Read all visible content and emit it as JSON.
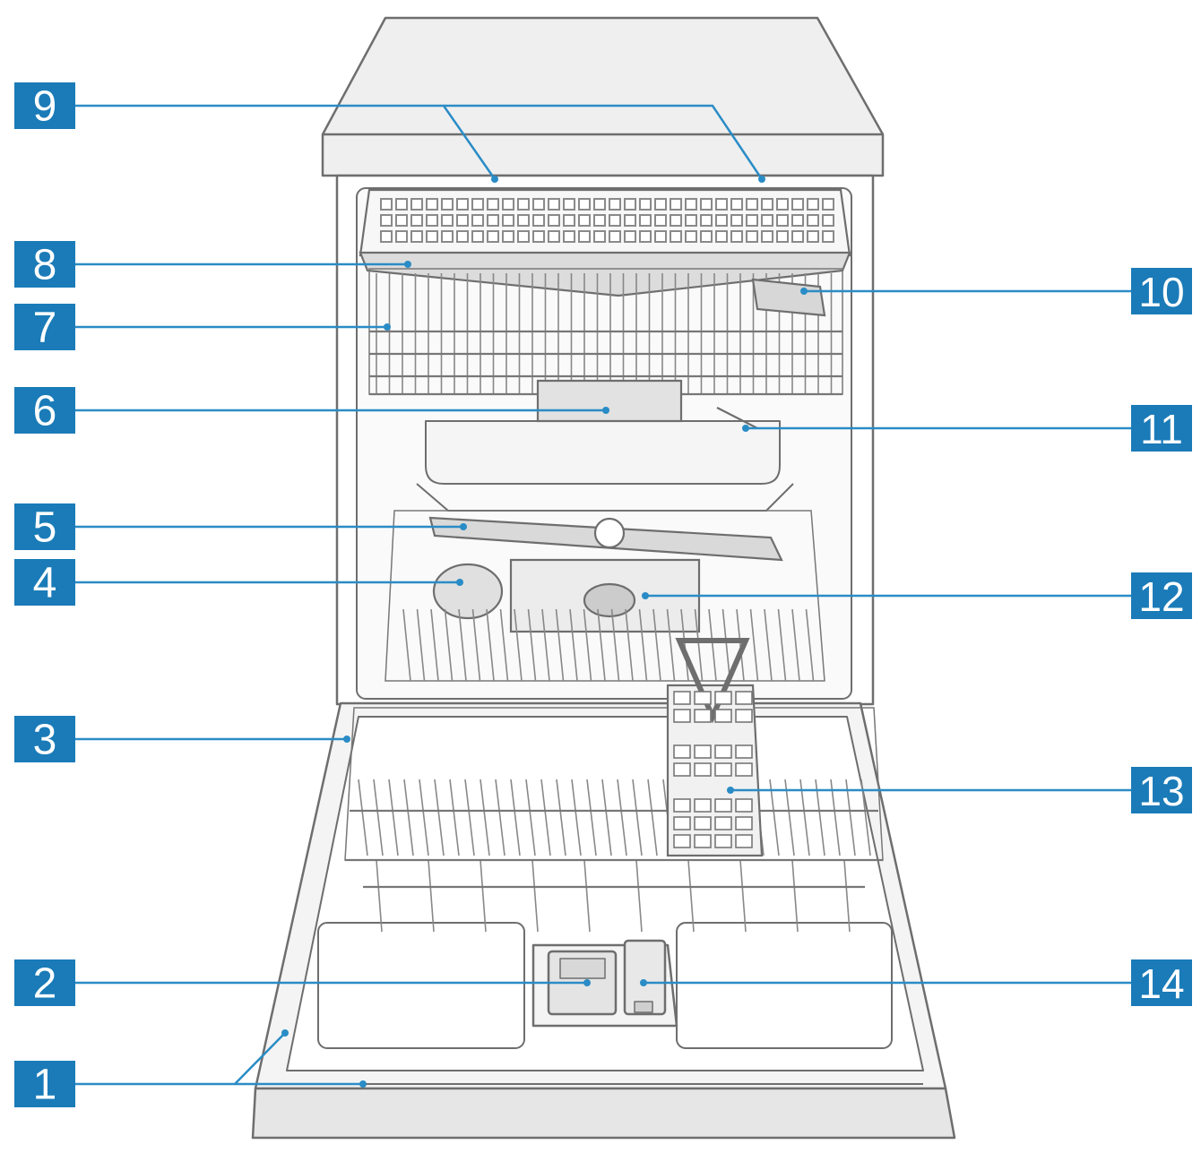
{
  "colors": {
    "badge": "#1a7bb8",
    "leader": "#2a8cc6",
    "outline": "#6e6e6e",
    "panel": "#ececec",
    "wire": "#8a8a8a"
  },
  "callouts": {
    "c1": "1",
    "c2": "2",
    "c3": "3",
    "c4": "4",
    "c5": "5",
    "c6": "6",
    "c7": "7",
    "c8": "8",
    "c9": "9",
    "c10": "10",
    "c11": "11",
    "c12": "12",
    "c13": "13",
    "c14": "14"
  }
}
